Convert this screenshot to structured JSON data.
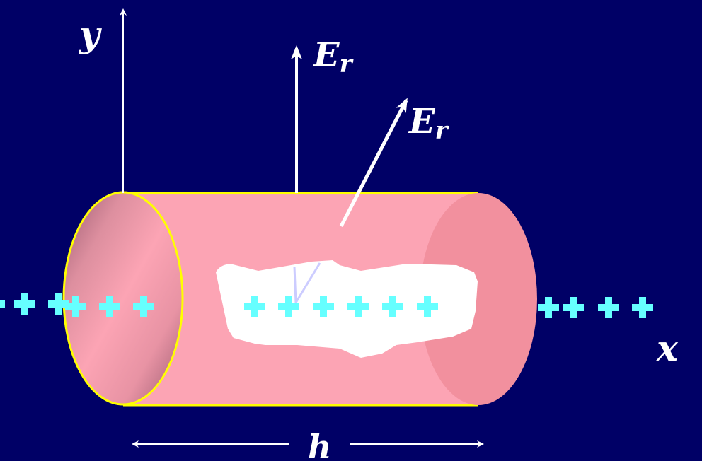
{
  "labels": {
    "y_axis": "y",
    "x_axis": "x",
    "field_top": {
      "main": "E",
      "sub": "r"
    },
    "field_diag": {
      "main": "E",
      "sub": "r"
    },
    "length": "h"
  },
  "charge_symbol": "+",
  "colors": {
    "background": "#000066",
    "cylinder": "#fca4b4",
    "cylinder_end": "#f2909e",
    "outline": "#ffff00",
    "charge": "#66ffff",
    "arrow": "#ffffff",
    "cutout": "#ffffff",
    "radial_lines": "#ccccff"
  }
}
